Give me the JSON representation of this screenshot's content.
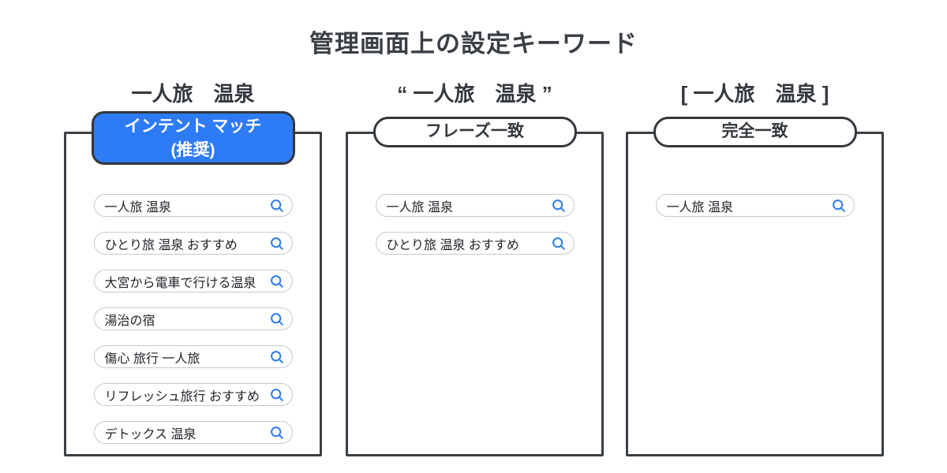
{
  "title": "管理画面上の設定キーワード",
  "colors": {
    "accent_blue": "#2e7bf6",
    "outline_dark": "#3a4046",
    "pill_border": "#c6c8ca",
    "search_icon_blue": "#2e7ceb",
    "text_dark": "#33383e"
  },
  "columns": [
    {
      "keyword": "一人旅　温泉",
      "badge": {
        "label": "インテント マッチ",
        "sublabel": "(推奨)"
      },
      "search_terms": [
        "一人旅 温泉",
        "ひとり旅 温泉 おすすめ",
        "大宮から電車で行ける温泉",
        "湯治の宿",
        "傷心 旅行 一人旅",
        "リフレッシュ旅行 おすすめ",
        "デトックス 温泉"
      ]
    },
    {
      "keyword": "“ 一人旅　温泉 ”",
      "badge": {
        "label": "フレーズ一致"
      },
      "search_terms": [
        "一人旅 温泉",
        "ひとり旅 温泉 おすすめ"
      ]
    },
    {
      "keyword": "[ 一人旅　温泉 ]",
      "badge": {
        "label": "完全一致"
      },
      "search_terms": [
        "一人旅 温泉"
      ]
    }
  ]
}
